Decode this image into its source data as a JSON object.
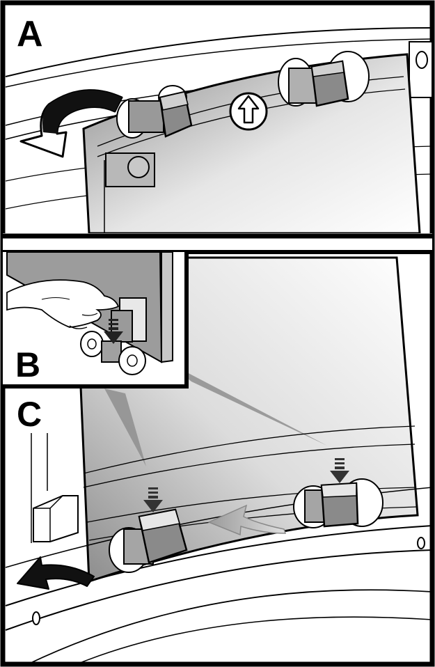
{
  "panels": {
    "a": {
      "label": "A"
    },
    "b": {
      "label": "B"
    },
    "c": {
      "label": "C"
    }
  },
  "icons": {
    "lift_arrow": "up-arrow-in-circle-icon",
    "rotate_arrow": "curved-arrow-icon",
    "press_arrow": "down-arrow-icon"
  },
  "colors": {
    "outline": "#000000",
    "background": "#ffffff",
    "glass_shade": "#9a9a9a"
  }
}
